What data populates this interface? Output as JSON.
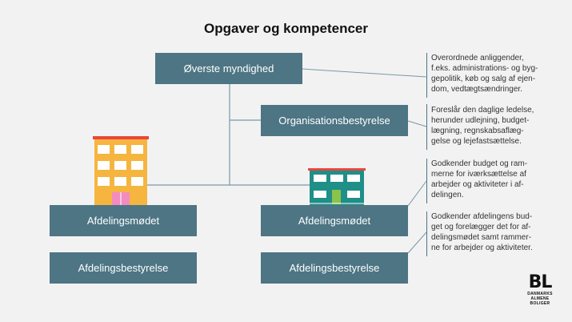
{
  "title": "Opgaver og kompetencer",
  "boxes": {
    "overste": "Øverste myndighed",
    "organisation": "Organisationsbestyrelse",
    "afdelingsmodet_left": "Afdelingsmødet",
    "afdelingsbestyrelse_left": "Afdelingsbestyrelse",
    "afdelingsmodet_right": "Afdelingsmødet",
    "afdelingsbestyrelse_right": "Afdelingsbestyrelse"
  },
  "notes": {
    "overste": "Overordnede anliggender,\nf.eks. administrations- og byg-\ngepolitik, køb og salg af ejen-\ndom, vedtægtsændringer.",
    "organisation": "Foreslår den daglige ledelse,\nherunder udlejning, budget-\nlægning, regnskabsaflæg-\ngelse og lejefastsættelse.",
    "afdelingsmodet": "Godkender budget og ram-\nmerne for iværksættelse af\narbejder og aktiviteter i af-\ndelingen.",
    "afdelingsbestyrelse": "Godkender afdelingens bud-\nget og forelægger det for af-\ndelingsmødet samt rammer-\nne for arbejder og aktiviteter."
  },
  "logo": {
    "mark": "BL",
    "line1": "DANMARKS",
    "line2": "ALMENE",
    "line3": "BOLIGER"
  },
  "colors": {
    "box": "#4d7584",
    "line": "#4d7584",
    "building_yellow": "#f5b53f",
    "building_teal": "#1f8f88",
    "roof_red": "#e8473a",
    "door_pink": "#f28cc0",
    "door_green": "#8bc34a"
  }
}
